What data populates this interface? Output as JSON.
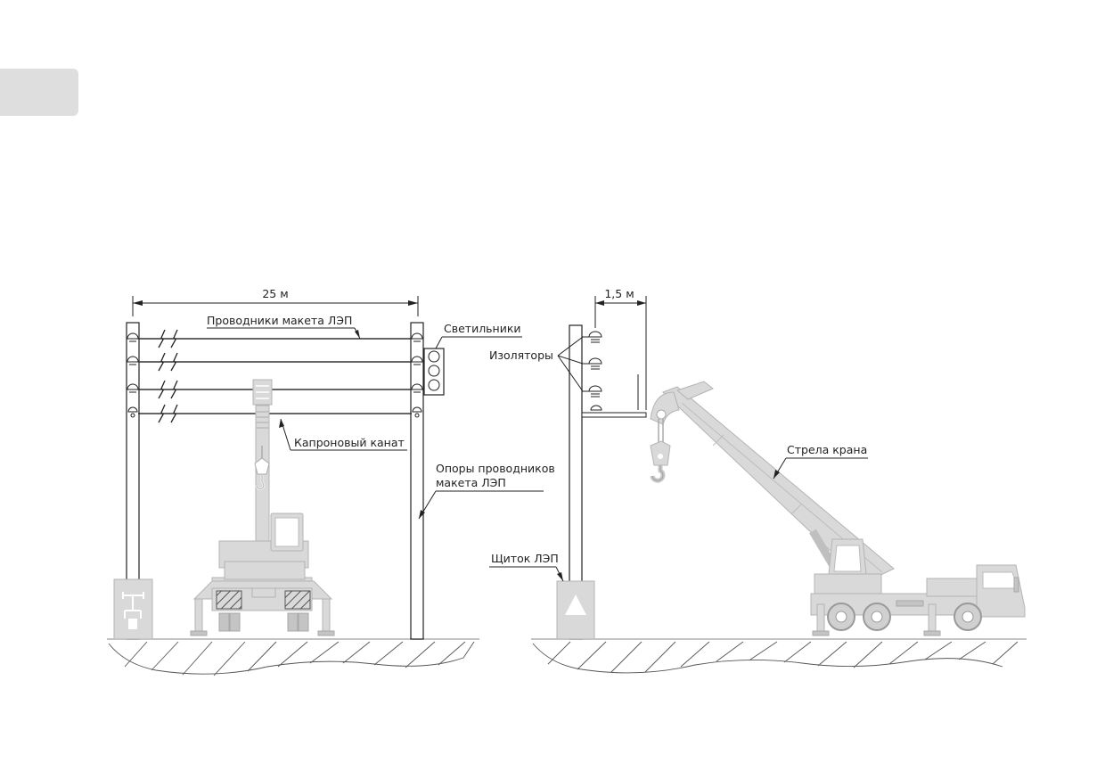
{
  "labels": {
    "span_distance": "25 м",
    "conductors": "Проводники макета ЛЭП",
    "lamps": "Светильники",
    "nylon_rope": "Капроновый канат",
    "supports_line1": "Опоры проводников",
    "supports_line2": "макета ЛЭП",
    "clearance_distance": "1,5 м",
    "insulators": "Изоляторы",
    "crane_boom": "Стрела крана",
    "power_panel": "Щиток ЛЭП"
  },
  "icons": {
    "panel_left": "switch-schematic-icon",
    "panel_right": "warning-triangle-icon"
  },
  "colors": {
    "line_art": "#222222",
    "equipment_gray": "#d9d9d9",
    "page_tab": "#dedede"
  }
}
